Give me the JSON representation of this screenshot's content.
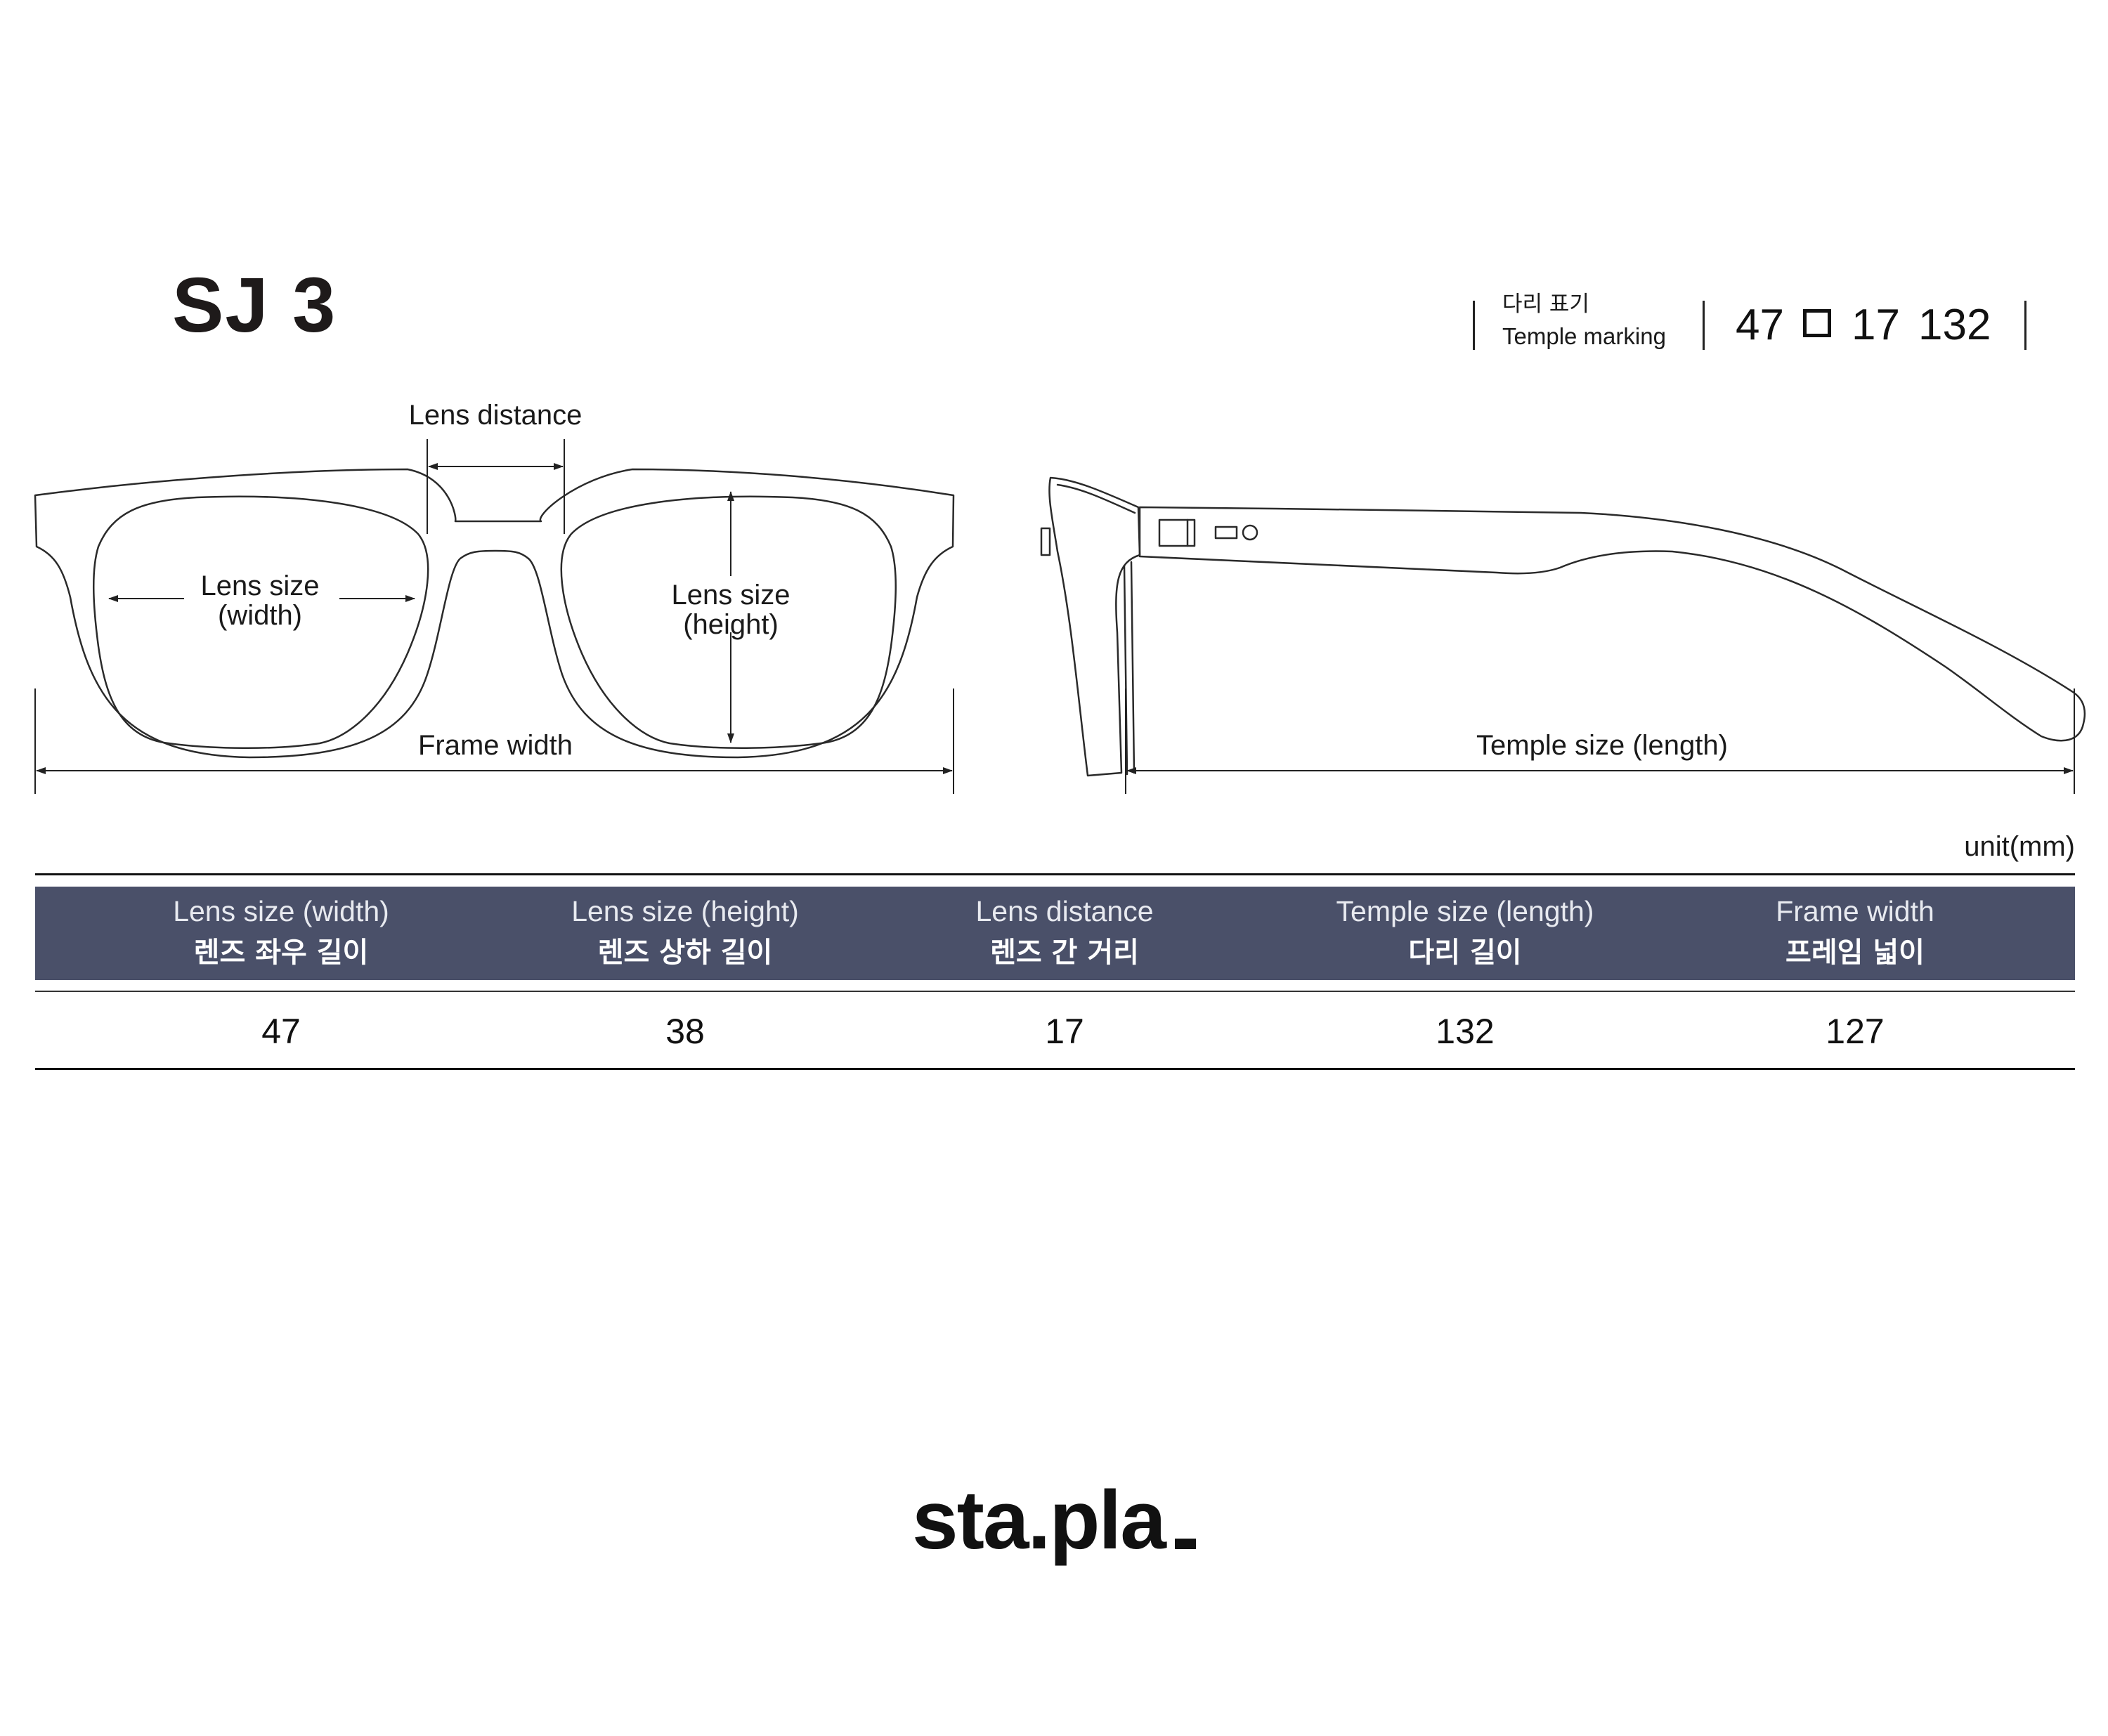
{
  "header": {
    "model": "SJ 3",
    "temple_marking_ko": "다리 표기",
    "temple_marking_en": "Temple marking",
    "marking_lens": "47",
    "marking_bridge": "17",
    "marking_temple": "132"
  },
  "diagram": {
    "lens_distance": "Lens distance",
    "lens_width_line1": "Lens size",
    "lens_width_line2": "(width)",
    "lens_height_line1": "Lens size",
    "lens_height_line2": "(height)",
    "frame_width": "Frame width",
    "temple_size": "Temple size (length)"
  },
  "unit": "unit(mm)",
  "table": {
    "headers": [
      {
        "en": "Lens size (width)",
        "ko": "렌즈 좌우 길이"
      },
      {
        "en": "Lens size (height)",
        "ko": "렌즈 상하 길이"
      },
      {
        "en": "Lens distance",
        "ko": "렌즈 간 거리"
      },
      {
        "en": "Temple size (length)",
        "ko": "다리 길이"
      },
      {
        "en": "Frame width",
        "ko": "프레임 넓이"
      }
    ],
    "values": [
      "47",
      "38",
      "17",
      "132",
      "127"
    ]
  },
  "brand": "sta.pla",
  "colors": {
    "header_bg": "#4a5069",
    "ink": "#1a1a1a"
  }
}
